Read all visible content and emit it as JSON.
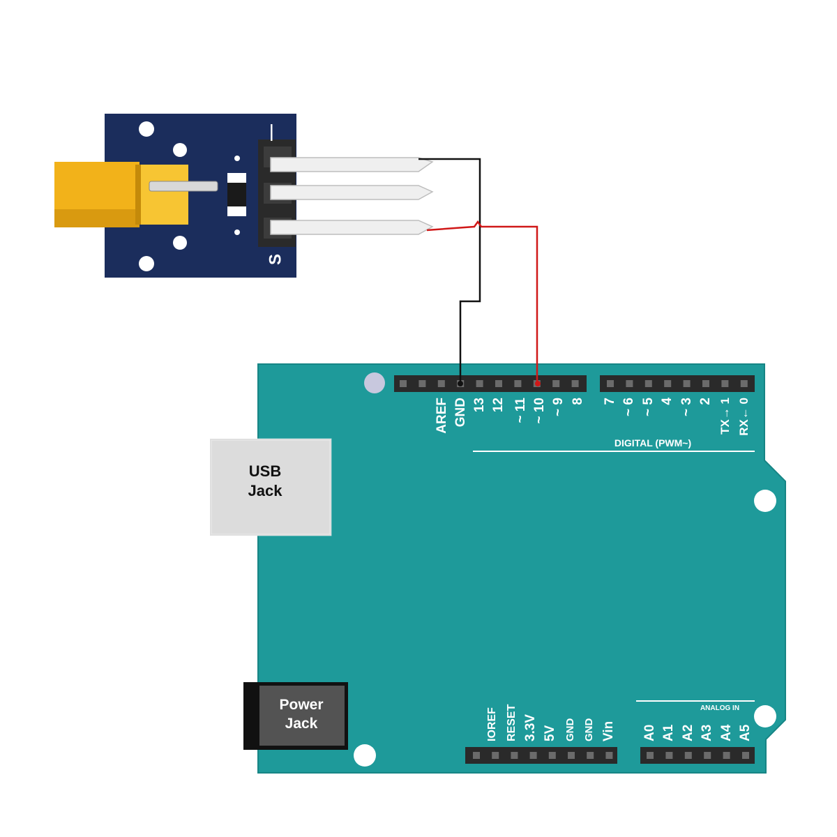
{
  "colors": {
    "board": "#1e9a9a",
    "board_edge": "#178585",
    "header": "#2a2a2a",
    "pin": "#6b6b6b",
    "module_pcb": "#1b2d5c",
    "laser": "#f2b21a",
    "wire_gnd": "#111111",
    "wire_signal": "#d01818",
    "label": "#ffffff"
  },
  "laser_module": {
    "minus_label": "—",
    "signal_label": "S"
  },
  "board": {
    "usb_label_line1": "USB",
    "usb_label_line2": "Jack",
    "power_label_line1": "Power",
    "power_label_line2": "Jack",
    "digital_caption": "DIGITAL (PWM~)",
    "analog_caption": "ANALOG IN",
    "top_pins_left": [
      "AREF",
      "GND",
      "13",
      "12",
      "~ 11",
      "~ 10",
      "~ 9",
      "8"
    ],
    "top_pins_right": [
      "7",
      "~ 6",
      "~ 5",
      "4",
      "~ 3",
      "2",
      "TX→ 1",
      "RX← 0"
    ],
    "power_pins": [
      "IOREF",
      "RESET",
      "3.3V",
      "5V",
      "GND",
      "GND",
      "Vin"
    ],
    "analog_pins": [
      "A0",
      "A1",
      "A2",
      "A3",
      "A4",
      "A5"
    ]
  }
}
